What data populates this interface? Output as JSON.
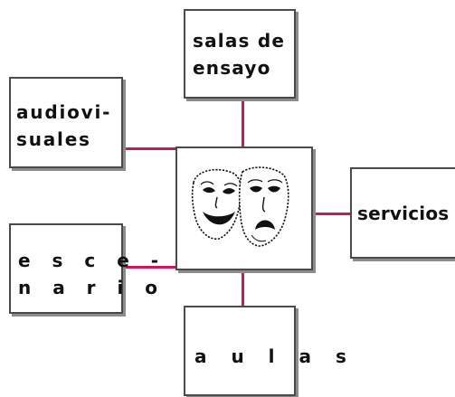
{
  "diagram": {
    "center_icon": "theater-masks-icon",
    "nodes": {
      "top": "salas de\nensayo",
      "left_upper": "audiovi-\nsuales",
      "right": "servicios",
      "left_lower": "e s c e -\nn a r i o",
      "bottom": "a u l a s"
    },
    "connector_color": "#c8195a"
  }
}
